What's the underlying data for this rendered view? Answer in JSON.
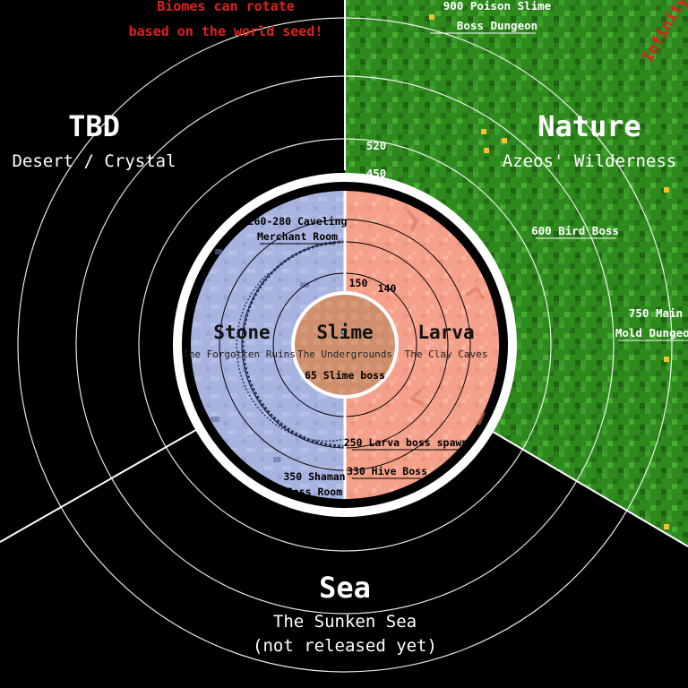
{
  "warning": {
    "line1": "Biomes can rotate",
    "line2": "based on the world seed!"
  },
  "corner_tag": "Infinity",
  "biomes": {
    "tbd": {
      "title": "TBD",
      "subtitle": "Desert / Crystal"
    },
    "nature": {
      "title": "Nature",
      "subtitle": "Azeos' Wilderness"
    },
    "sea": {
      "title": "Sea",
      "subtitle": "The Sunken Sea",
      "note": "(not released yet)"
    },
    "stone": {
      "title": "Stone",
      "subtitle": "The Forgotten Ruins"
    },
    "larva": {
      "title": "Larva",
      "subtitle": "The Clay Caves"
    },
    "slime": {
      "title": "Slime",
      "subtitle": "The Undergrounds",
      "boss": "65 Slime boss"
    }
  },
  "distances": {
    "d520": "520",
    "d450": "450",
    "d150": "150",
    "d140": "140"
  },
  "landmarks": {
    "poison_slime_1": "900 Poison Slime",
    "poison_slime_2": "Boss Dungeon",
    "bird_boss": "600 Bird Boss",
    "mold_1": "750 Main",
    "mold_2": "Mold Dungeon",
    "caveling_1": "260-280 Caveling",
    "caveling_2": "Merchant Room",
    "larva_spawn": "250 Larva boss spawn",
    "hive_boss": "330 Hive Boss",
    "shaman_1": "350 Shaman",
    "shaman_2": "Boss Room"
  },
  "colors": {
    "background": "#000000",
    "nature": "#2f8a1e",
    "stone": "#a9b3df",
    "larva": "#f5a08a",
    "slime": "#cf8f6d",
    "warning": "#e02020"
  }
}
